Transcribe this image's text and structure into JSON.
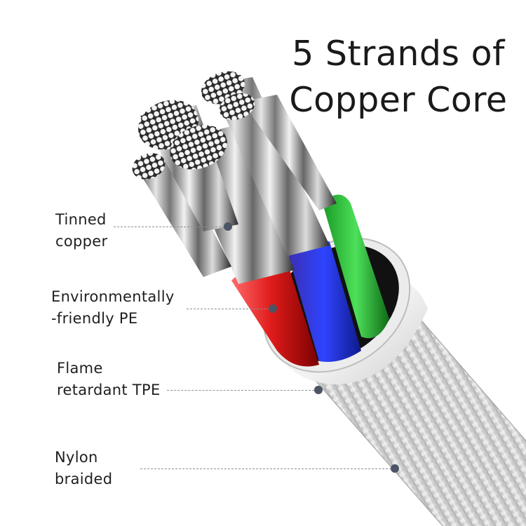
{
  "title": {
    "line1": "5 Strands of",
    "line2": "Copper Core"
  },
  "callouts": [
    {
      "id": "tinned-copper",
      "line1": "Tinned",
      "line2": "copper"
    },
    {
      "id": "pe-insulation",
      "line1": "Environmentally",
      "line2": "-friendly PE"
    },
    {
      "id": "tpe-jacket",
      "line1": "Flame",
      "line2": "retardant TPE"
    },
    {
      "id": "nylon-braid",
      "line1": "Nylon",
      "line2": "braided"
    }
  ],
  "colors": {
    "background": "#ffffff",
    "text": "#1f1f1f",
    "leader_line": "#8b8f96",
    "marker_dot": "#4b5566",
    "wire_red": "#e01b1b",
    "wire_blue": "#2233d6",
    "wire_green": "#2fc43a",
    "tpe_white": "#f4f4f4",
    "braid_gray": "#d4d4d4",
    "strand_silver": "#b8b8b8"
  }
}
